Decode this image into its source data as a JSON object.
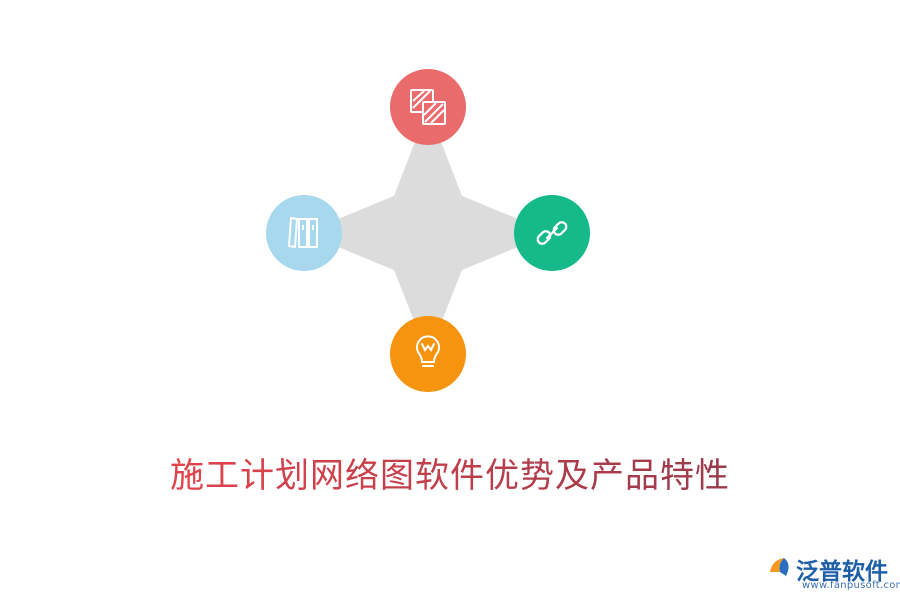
{
  "title": {
    "text": "施工计划网络图软件优势及产品特性",
    "color_start": "#e0434b",
    "color_end": "#9b3a4a"
  },
  "diagram": {
    "star_color": "#dcdcdc",
    "nodes": [
      {
        "id": "top",
        "icon": "stacked-squares-icon",
        "color": "#ea6b6b"
      },
      {
        "id": "right",
        "icon": "link-icon",
        "color": "#15b98a"
      },
      {
        "id": "bottom",
        "icon": "lightbulb-icon",
        "color": "#f7940f"
      },
      {
        "id": "left",
        "icon": "binders-icon",
        "color": "#a7d8ee"
      }
    ]
  },
  "logo": {
    "name": "泛普软件",
    "url": "www.fanpusoft.com",
    "color": "#1f5fa8"
  }
}
